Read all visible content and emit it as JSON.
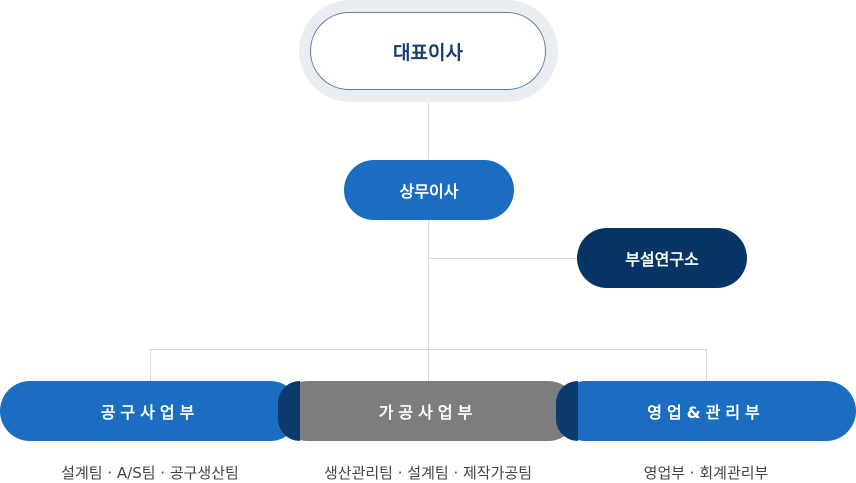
{
  "chart": {
    "ceo": "대표이사",
    "vp": "상무이사",
    "rnd": "부설연구소",
    "departments": [
      {
        "name": "공구사업부",
        "teams": "설계팀 · A/S팀 · 공구생산팀"
      },
      {
        "name": "가공사업부",
        "teams": "생산관리팀 · 설계팀 · 제작가공팀"
      },
      {
        "name": "영업&관리부",
        "teams": "영업부 · 회계관리부"
      }
    ]
  }
}
